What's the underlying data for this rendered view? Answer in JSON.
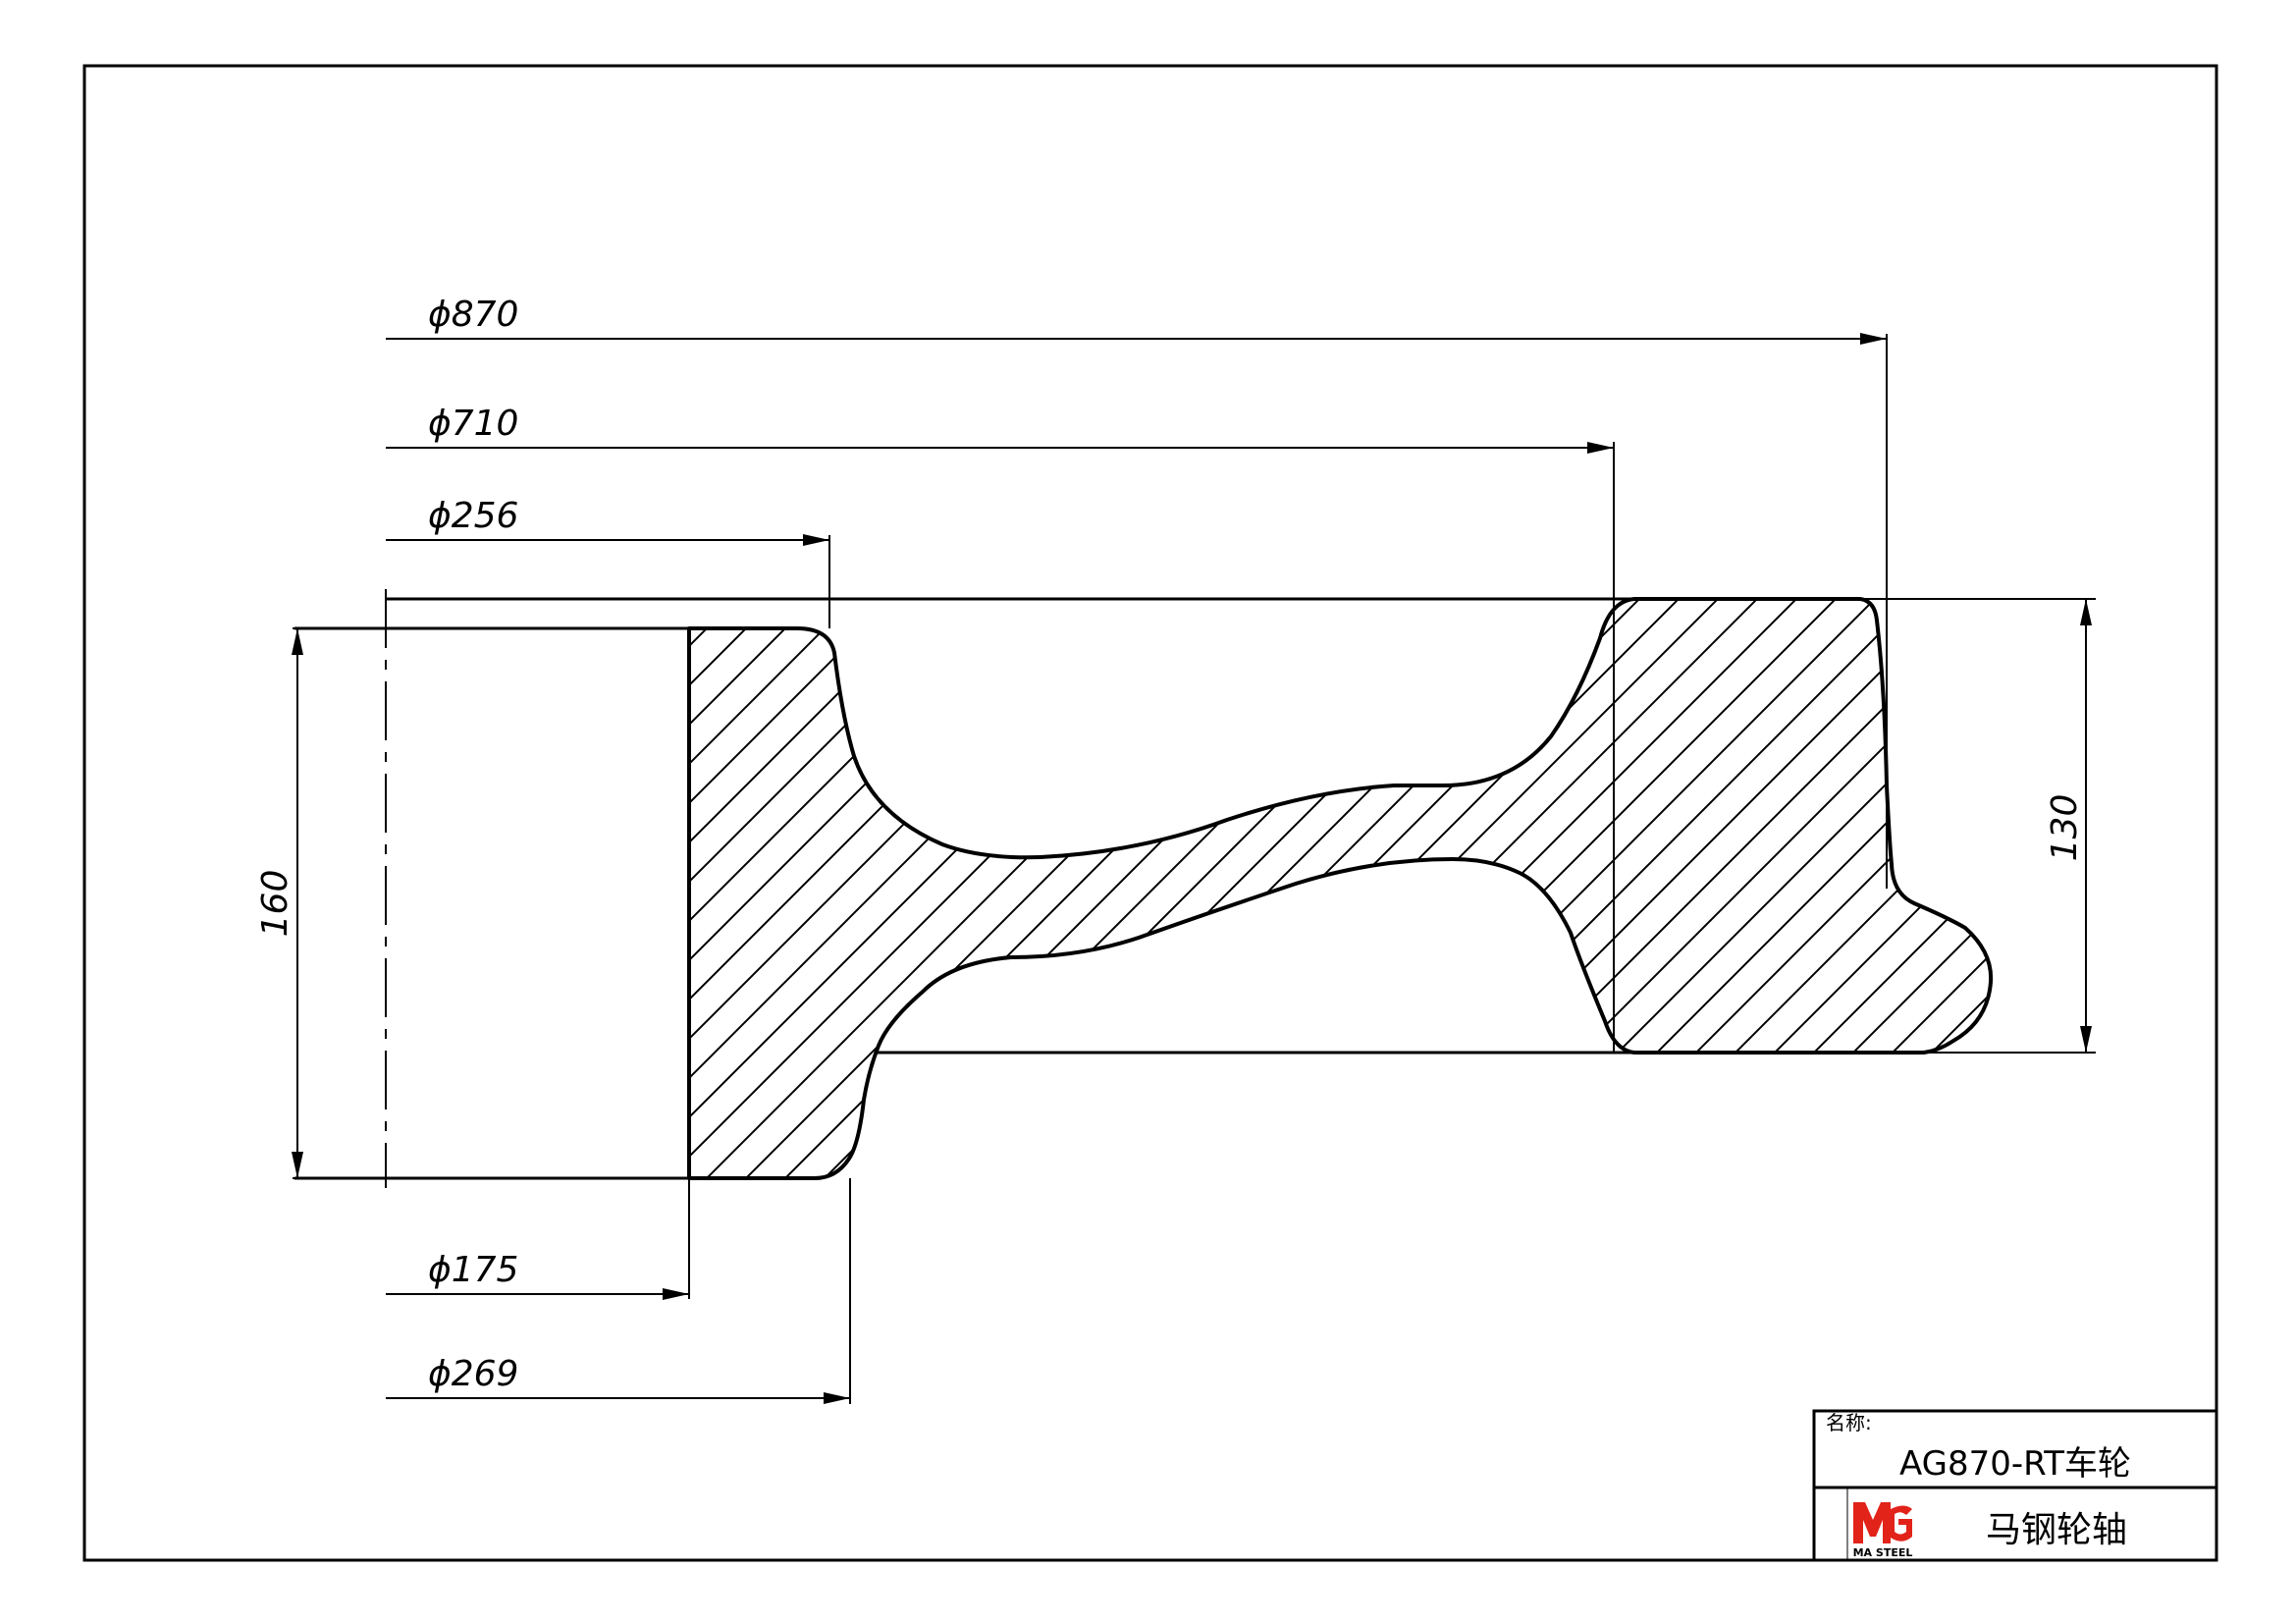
{
  "dimensions": {
    "d870": "ϕ870",
    "d710": "ϕ710",
    "d256": "ϕ256",
    "d175": "ϕ175",
    "d269": "ϕ269",
    "h160": "160",
    "h130": "130"
  },
  "title_block": {
    "name_label": "名称:",
    "part_name": "AG870-RT车轮",
    "company": "马钢轮轴",
    "logo_text": "MA STEEL"
  },
  "colors": {
    "line": "#000000",
    "logo_red": "#e2231a"
  }
}
